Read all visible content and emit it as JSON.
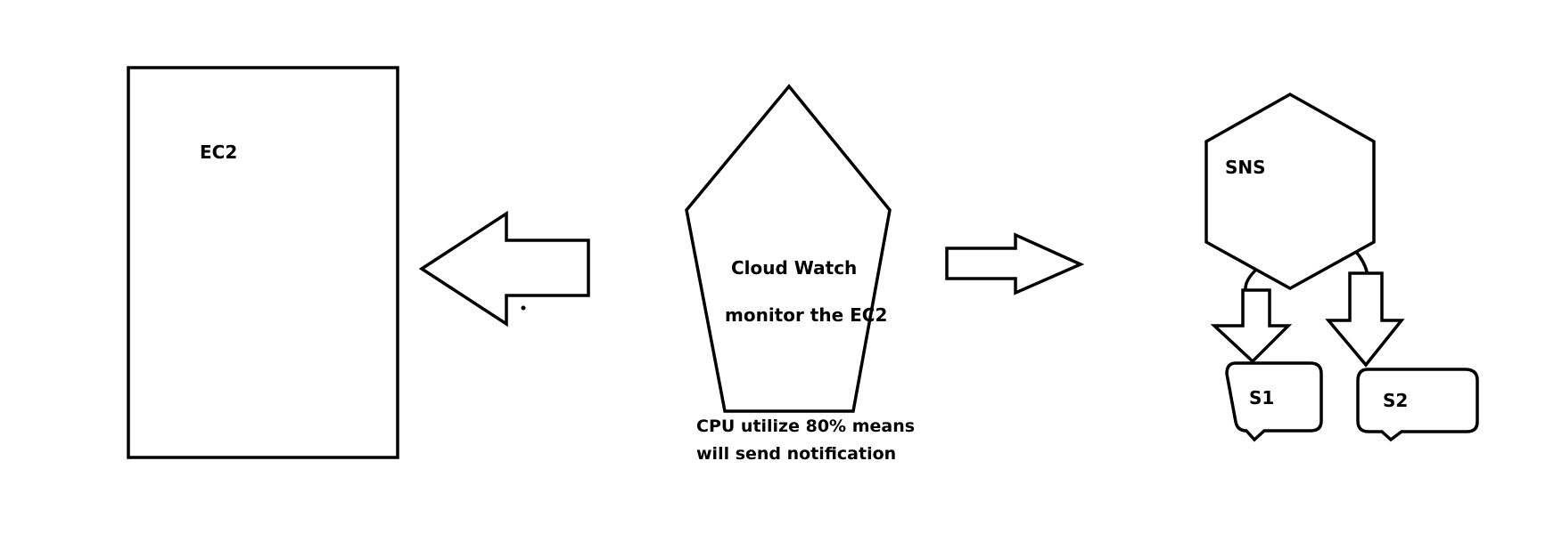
{
  "nodes": {
    "ec2": {
      "label": "EC2"
    },
    "cloudwatch": {
      "label": "Cloud Watch",
      "sublabel": "monitor the EC2",
      "note_line1": "CPU utilize 80% means",
      "note_line2": "will send notification"
    },
    "sns": {
      "label": "SNS"
    },
    "s1": {
      "label": "S1"
    },
    "s2": {
      "label": "S2"
    }
  },
  "colors": {
    "stroke": "#000000",
    "background": "#ffffff"
  }
}
